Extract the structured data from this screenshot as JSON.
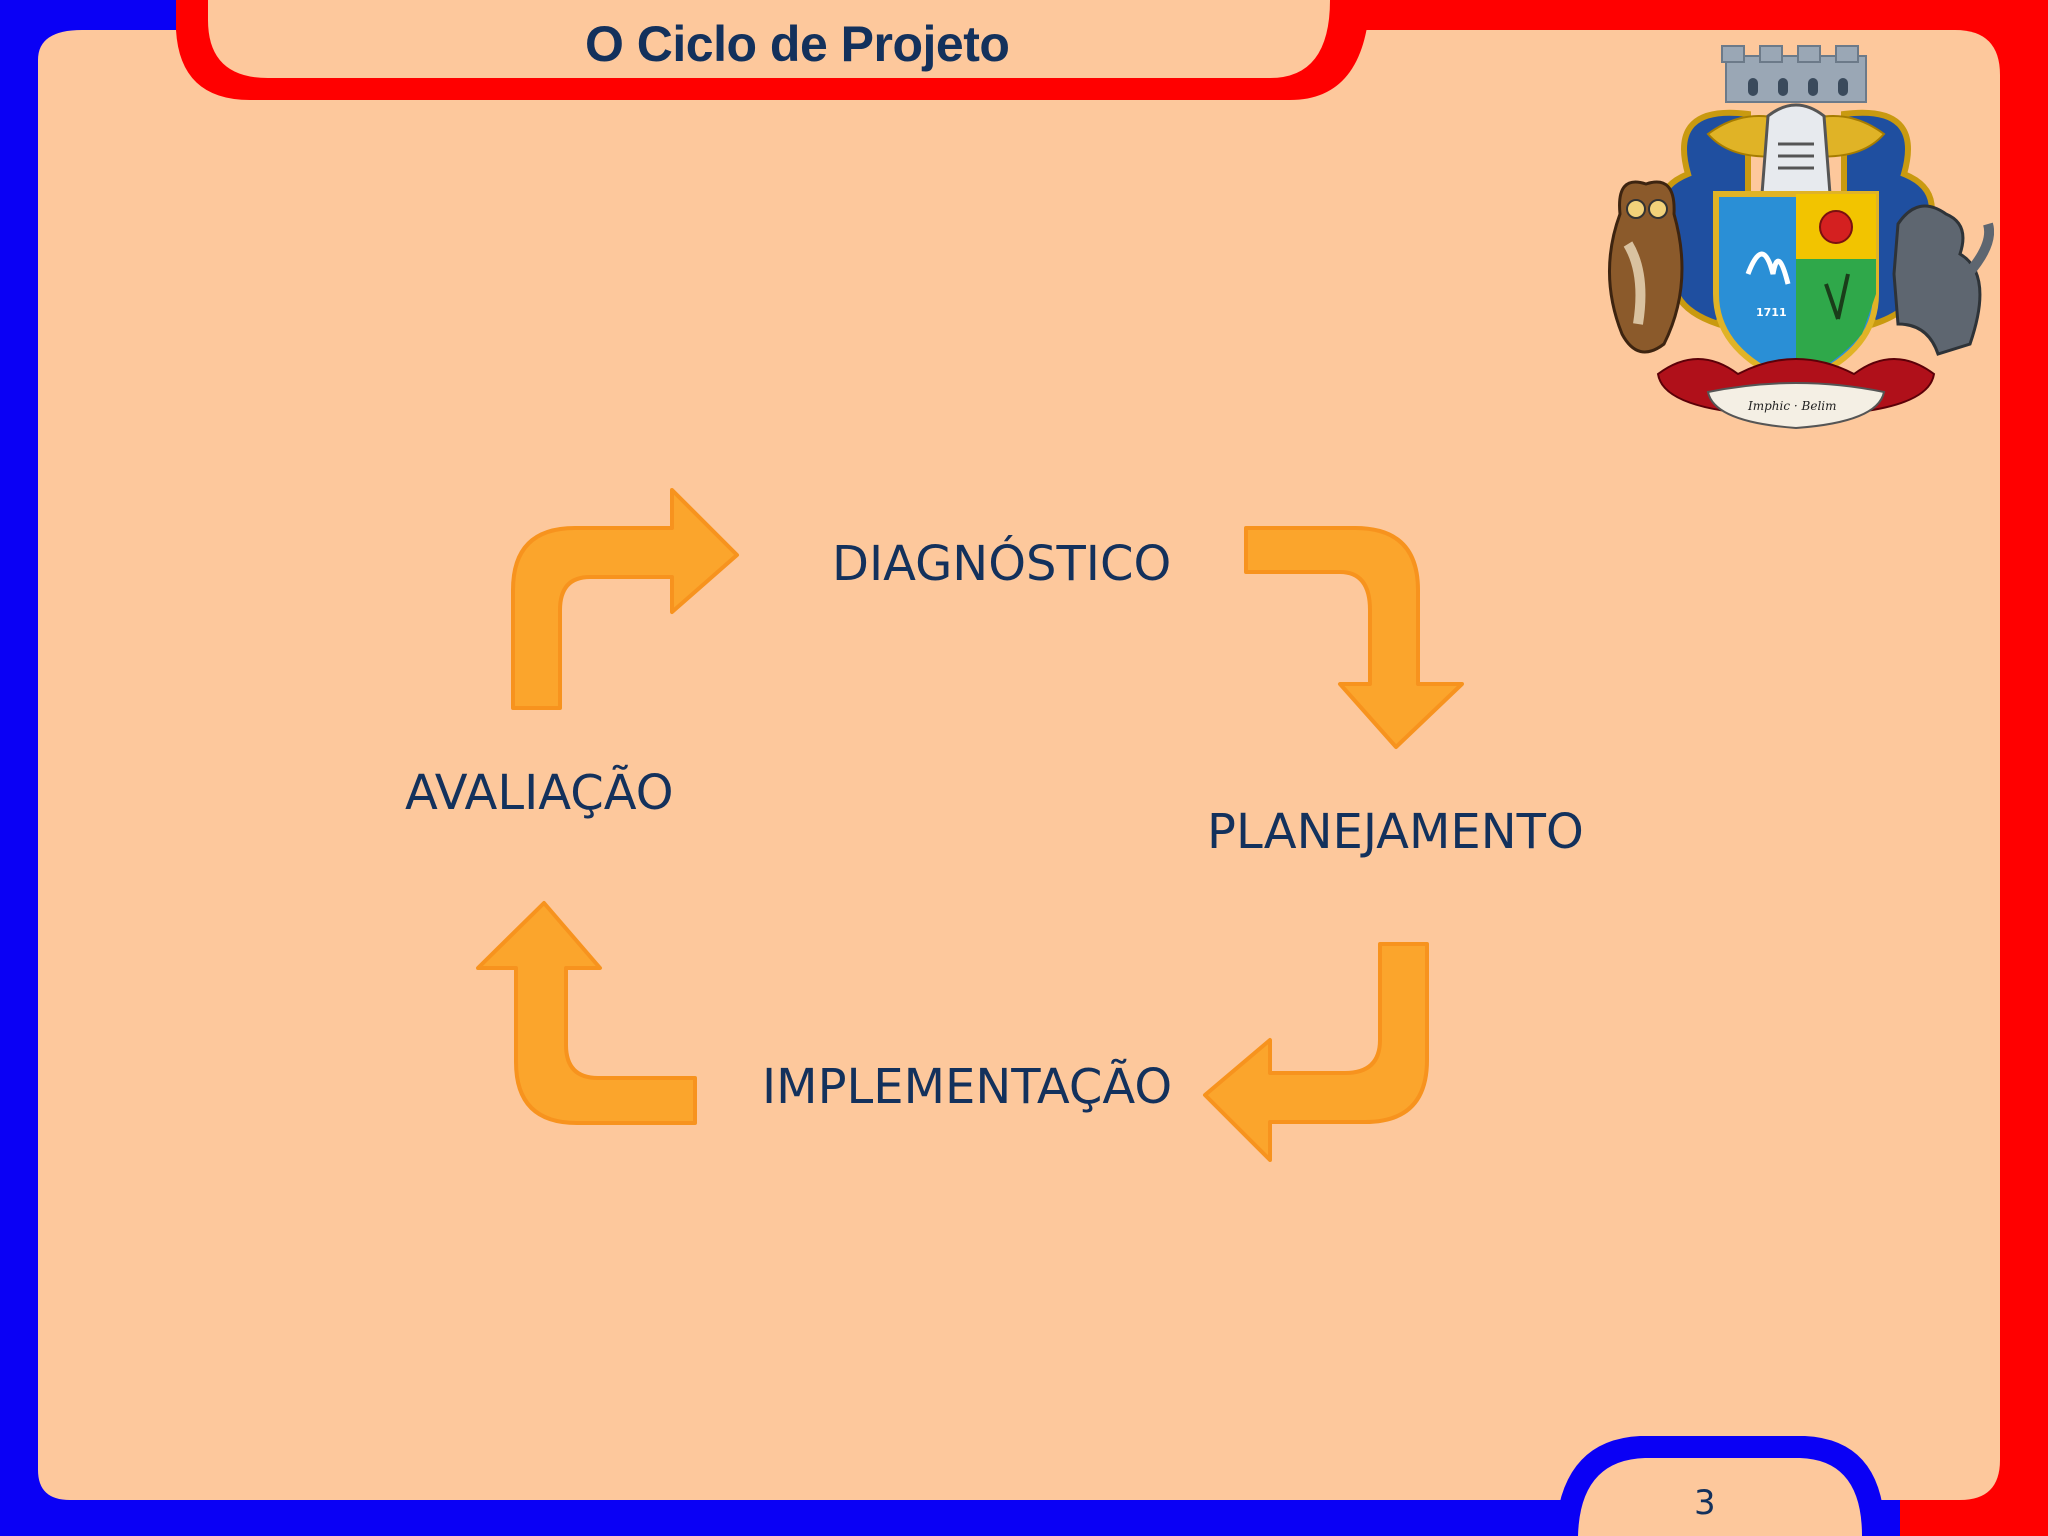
{
  "slide": {
    "title": "O Ciclo de Projeto",
    "page_number": "3"
  },
  "cycle": {
    "stages": [
      {
        "label": "DIAGNÓSTICO"
      },
      {
        "label": "PLANEJAMENTO"
      },
      {
        "label": "IMPLEMENTAÇÃO"
      },
      {
        "label": "AVALIAÇÃO"
      }
    ]
  },
  "crest": {
    "year": "1711",
    "motto": "Imphic · Belim"
  },
  "colors": {
    "frame_blue": "#0a00f5",
    "frame_red": "#ff0000",
    "panel": "#fdc89c",
    "arrow_fill": "#fba52c",
    "arrow_stroke": "#f7931e",
    "text": "#13315c"
  }
}
